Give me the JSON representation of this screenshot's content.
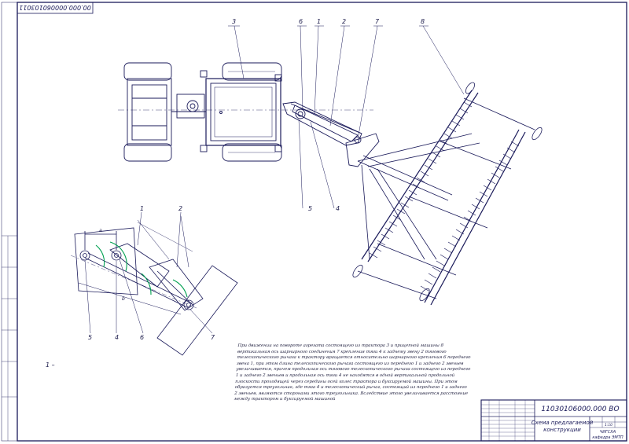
{
  "drawing": {
    "doc_code": "11030106000.000 ВО",
    "doc_code_rotated": "00.000.000060103011",
    "title_lines": [
      "Схема предлагаемой",
      "конструкции"
    ],
    "university": "ЧИГСХА",
    "department": "кафедра ЭМТП",
    "scale": "1:10",
    "side_fig_mark": "1 –"
  },
  "callouts_top": [
    "3",
    "6",
    "1",
    "2",
    "7",
    "8",
    "5",
    "4"
  ],
  "callouts_detail": [
    "1",
    "2",
    "5",
    "4",
    "6",
    "7"
  ],
  "dims": [
    "a",
    "b"
  ],
  "description": "При движении на повороте агрегата состоящего из трактора 3 и прицепной машины 8 вертикальная ось шарнирного соединения 7 крепления тяги 4 к заднему звену 2 тягового телескопического рычага к трактору вращается относительно шарнирного крепления 6 переднего звена 1, при этом длина телескопического рычага состоящего из переднего 1 и заднего 2 звеньев увеличивается, причем продольная ось тягового телескопического рычага состоящего из переднего 1 и заднего 2 звеньев и продольная ось тяги 4 не находятся в одной вертикальной продольной плоскости проходящей через середины осей колес трактора и буксируемой машины. При этом образуется треугольник, где тяга 4 и телескопический рычаг, состоящий из переднего 1 и заднего 2 звеньев, являются сторонами этого треугольника. Вследствие этого увеличивается расстояние между трактором и буксируемой машиной",
  "colors": {
    "ink": "#1a1a5a",
    "highlight": "#00a050"
  }
}
